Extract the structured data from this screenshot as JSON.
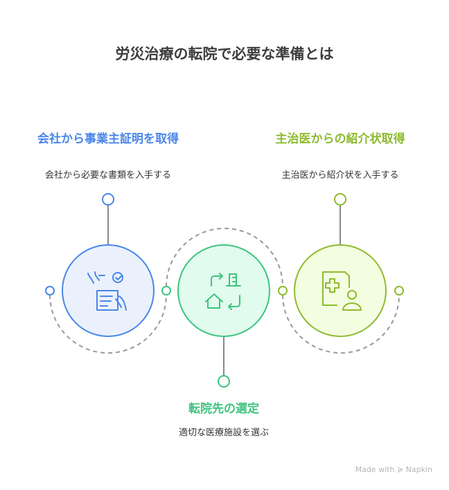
{
  "title": "労災治療の転院で必要な準備とは",
  "steps": [
    {
      "heading": "会社から事業主証明を取得",
      "description": "会社から必要な書類を入手する",
      "icon": "document-hands-check-icon",
      "color": "#4a86e8",
      "fill": "#eaf1fd"
    },
    {
      "heading": "転院先の選定",
      "description": "適切な医療施設を選ぶ",
      "icon": "hospital-transfer-icon",
      "color": "#3dc47d",
      "fill": "#e1fbee"
    },
    {
      "heading": "主治医からの紹介状取得",
      "description": "主治医から紹介状を入手する",
      "icon": "medical-referral-icon",
      "color": "#8cbb2e",
      "fill": "#f3fde0"
    }
  ],
  "watermark": {
    "prefix": "Made with",
    "brand": "Napkin"
  }
}
